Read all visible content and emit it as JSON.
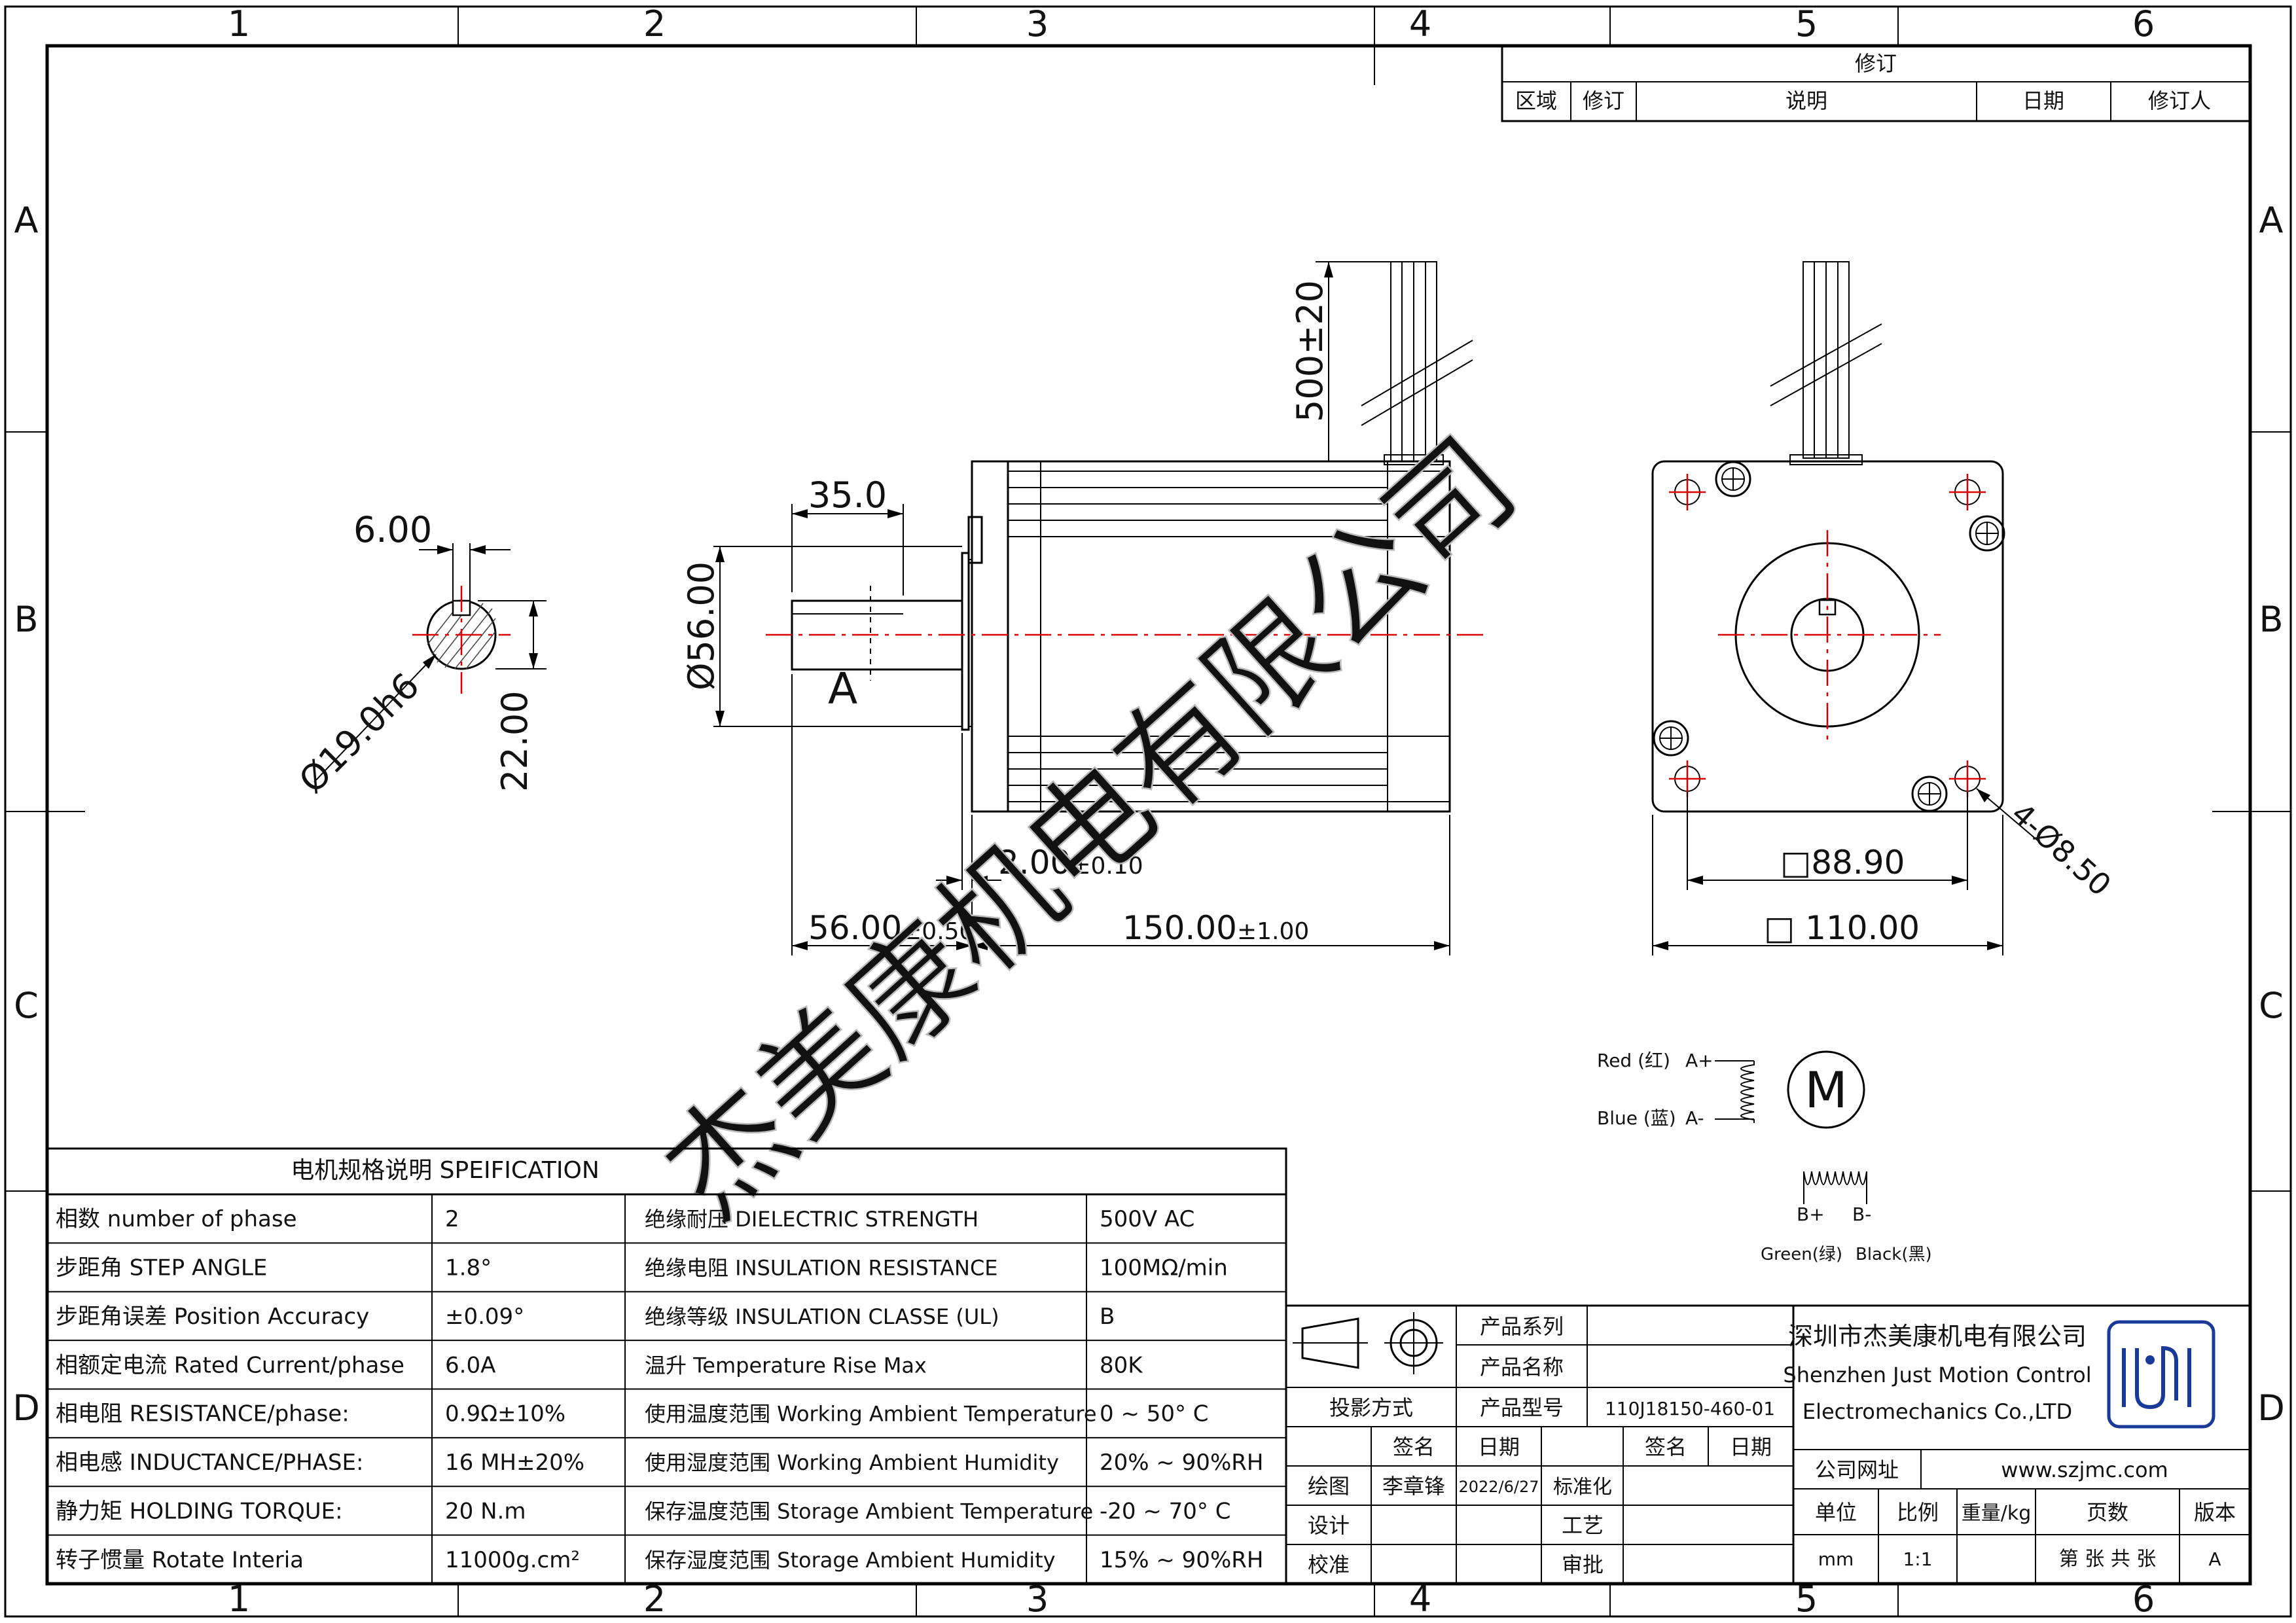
{
  "frame": {
    "col_labels": [
      "1",
      "2",
      "3",
      "4",
      "5",
      "6"
    ],
    "row_labels": [
      "A",
      "B",
      "C",
      "D"
    ]
  },
  "revision_table": {
    "title": "修订",
    "headers": [
      "区域",
      "修订",
      "说明",
      "日期",
      "修订人"
    ]
  },
  "watermark": "杰美康机电有限公司",
  "dimensions": {
    "key_width": "6.00",
    "shaft_dia": "Ø19.0h6",
    "key_height": "22.00",
    "shaft_len": "35.0",
    "flange_dia": "Ø56.00",
    "section_label": "A",
    "lead_len": "500±20",
    "flange_thk": "2.00",
    "flange_thk_tol": "±0.10",
    "shaft_ext": "56.00",
    "shaft_ext_tol": "±0.50",
    "body_len": "150.00",
    "body_len_tol": "±1.00",
    "hole_spacing": "□88.90",
    "body_square": "□ 110.00",
    "holes": "4-Ø8.50"
  },
  "wiring": {
    "a_plus_color": "Red (红)",
    "a_plus": "A+",
    "a_minus_color": "Blue (蓝)",
    "a_minus": "A-",
    "motor_symbol": "M",
    "b_plus": "B+",
    "b_minus": "B-",
    "b_plus_color": "Green(绿)",
    "b_minus_color": "Black(黑)"
  },
  "spec_table": {
    "title": "电机规格说明 SPEIFICATION",
    "rows": [
      [
        "相数 number of phase",
        "2",
        "绝缘耐压 DIELECTRIC STRENGTH",
        "500V AC"
      ],
      [
        "步距角 STEP ANGLE",
        "1.8°",
        "绝缘电阻 INSULATION RESISTANCE",
        "100MΩ/min"
      ],
      [
        "步距角误差 Position Accuracy",
        "±0.09°",
        "绝缘等级 INSULATION CLASSE (UL)",
        "B"
      ],
      [
        "相额定电流 Rated Current/phase",
        "6.0A",
        "温升 Temperature Rise Max",
        "80K"
      ],
      [
        "相电阻 RESISTANCE/phase:",
        "0.9Ω±10%",
        "使用温度范围 Working Ambient Temperature",
        "0 ~ 50° C"
      ],
      [
        "相电感 INDUCTANCE/PHASE:",
        "16 MH±20%",
        "使用湿度范围 Working Ambient Humidity",
        "20% ~ 90%RH"
      ],
      [
        "静力矩 HOLDING TORQUE:",
        "20 N.m",
        "保存温度范围 Storage Ambient Temperature",
        "-20 ~ 70° C"
      ],
      [
        "转子惯量 Rotate Interia",
        "11000g.cm²",
        "保存湿度范围 Storage Ambient Humidity",
        "15% ~ 90%RH"
      ]
    ]
  },
  "title_block": {
    "projection": "投影方式",
    "product_series": "产品系列",
    "product_name": "产品名称",
    "product_model": "产品型号",
    "model_value": "110J18150-460-01",
    "sign": "签名",
    "date": "日期",
    "sign2": "签名",
    "date2": "日期",
    "drawn": "绘图",
    "drawn_by": "李章锋",
    "drawn_date": "2022/6/27",
    "standard": "标准化",
    "design": "设计",
    "process": "工艺",
    "check": "校准",
    "approve": "审批",
    "company_cn": "深圳市杰美康机电有限公司",
    "company_en1": "Shenzhen Just Motion Control",
    "company_en2": "Electromechanics Co.,LTD",
    "website_label": "公司网址",
    "website": "www.szjmc.com",
    "unit_label": "单位",
    "scale_label": "比例",
    "weight_label": "重量/kg",
    "pages_label": "页数",
    "version_label": "版本",
    "unit": "mm",
    "scale": "1:1",
    "pages": "第 张 共 张",
    "version": "A"
  }
}
